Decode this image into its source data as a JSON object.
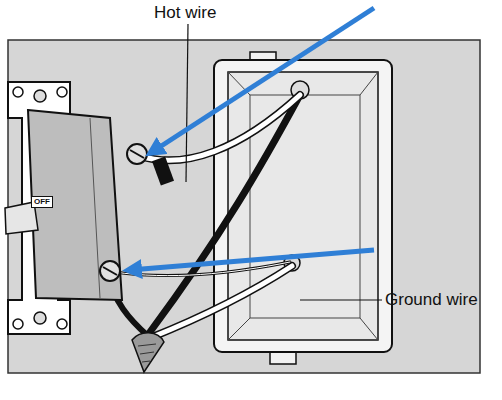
{
  "diagram": {
    "labels": [
      "Hot wire",
      "OFF",
      "Ground wire"
    ]
  }
}
